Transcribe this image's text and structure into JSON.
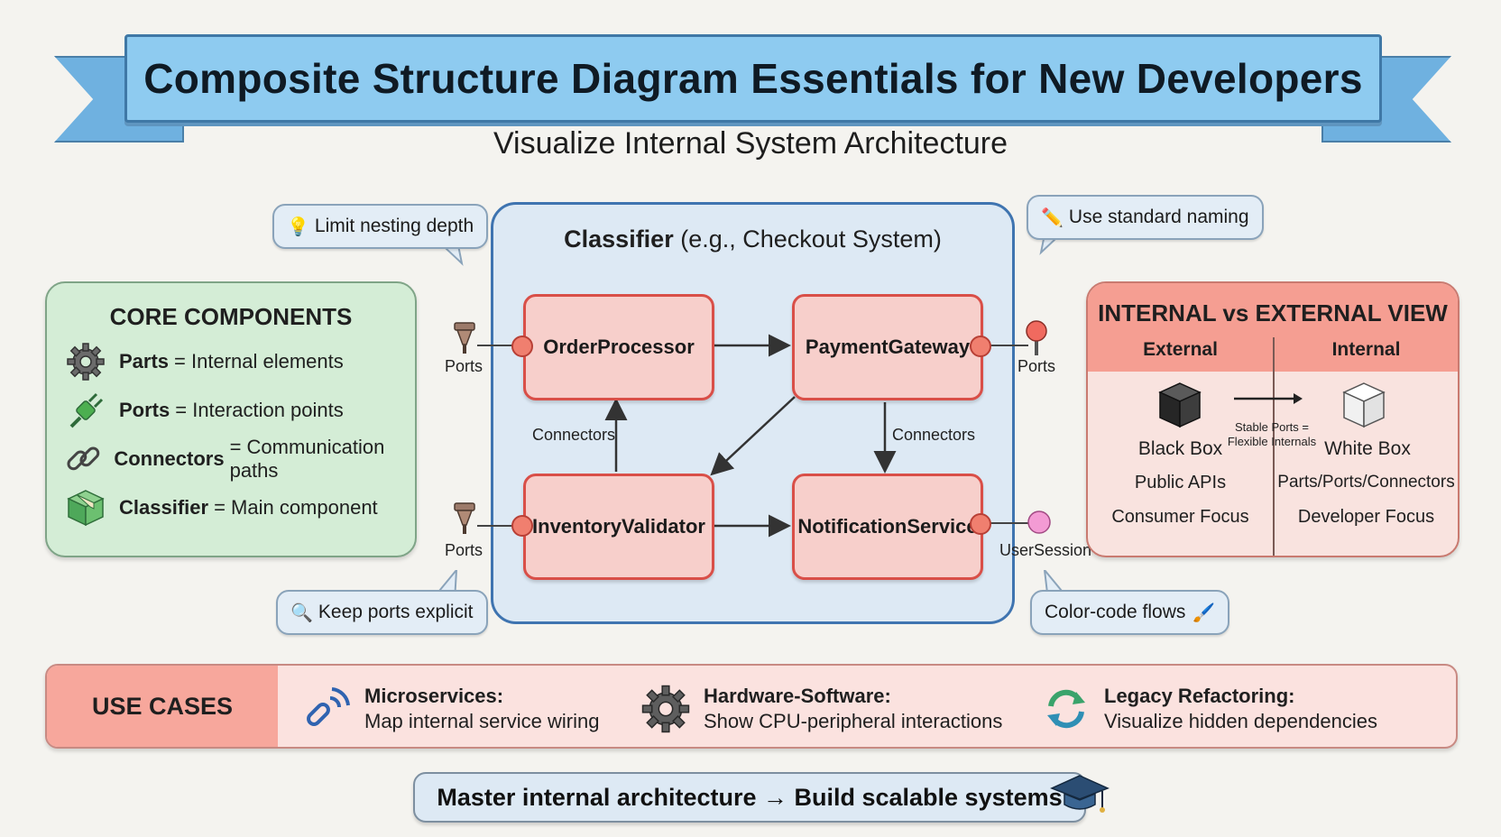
{
  "header": {
    "title": "Composite Structure Diagram Essentials for New Developers",
    "subtitle": "Visualize Internal System Architecture"
  },
  "core_components": {
    "title": "CORE COMPONENTS",
    "items": [
      {
        "icon": "gear-icon",
        "term": "Parts",
        "desc": "= Internal elements"
      },
      {
        "icon": "plug-icon",
        "term": "Ports",
        "desc": "= Interaction points"
      },
      {
        "icon": "chain-link-icon",
        "term": "Connectors",
        "desc": "= Communication paths"
      },
      {
        "icon": "package-box-icon",
        "term": "Classifier",
        "desc": "= Main component"
      }
    ]
  },
  "classifier": {
    "title_bold": "Classifier",
    "title_rest": "(e.g., Checkout System)",
    "nodes": {
      "order": "OrderProcessor",
      "payment": "PaymentGateway",
      "inventory": "InventoryValidator",
      "notification": "NotificationService"
    },
    "connector_label_left": "Connectors",
    "connector_label_right": "Connectors"
  },
  "external_ports": {
    "top_left": "Ports",
    "bottom_left": "Ports",
    "top_right": "Ports",
    "bottom_right": "UserSession"
  },
  "callouts": {
    "limit_nesting": "Limit nesting depth",
    "standard_naming": "Use standard naming",
    "ports_explicit": "Keep ports explicit",
    "color_code": "Color-code flows"
  },
  "internal_external": {
    "title": "INTERNAL vs EXTERNAL VIEW",
    "external_header": "External",
    "internal_header": "Internal",
    "external_box": "Black Box",
    "internal_box": "White Box",
    "arrow_label_1": "Stable Ports =",
    "arrow_label_2": "Flexible Internals",
    "external_lines": [
      "Public APIs",
      "Consumer Focus"
    ],
    "internal_lines": [
      "Parts/Ports/Connectors",
      "Developer Focus"
    ]
  },
  "use_cases": {
    "label": "USE CASES",
    "items": [
      {
        "icon": "signal-link-icon",
        "title": "Microservices:",
        "desc": "Map internal service wiring"
      },
      {
        "icon": "gear-icon",
        "title": "Hardware-Software:",
        "desc": "Show CPU-peripheral interactions"
      },
      {
        "icon": "refresh-icon",
        "title": "Legacy Refactoring:",
        "desc": "Visualize hidden dependencies"
      }
    ]
  },
  "footer": {
    "text": "Master internal architecture → Build scalable systems"
  },
  "colors": {
    "banner": "#8ecbf0",
    "core_panel": "#d4edd6",
    "classifier_bg": "#dde9f4",
    "node_fill": "#f7cfcb",
    "node_border": "#d94f48",
    "accent_red": "#f59e92"
  }
}
